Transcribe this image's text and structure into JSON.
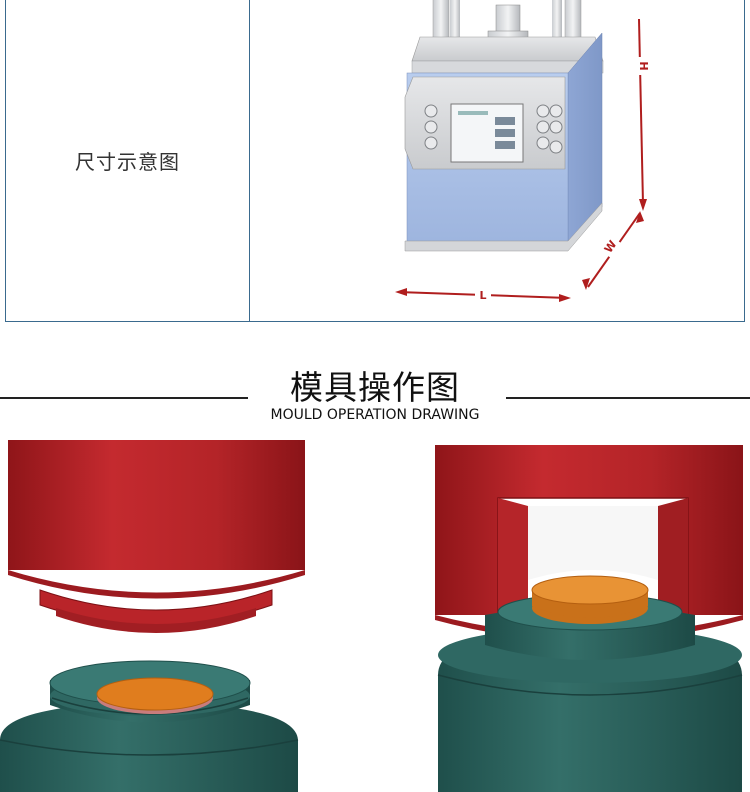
{
  "dimension_table": {
    "label": "尺寸示意图",
    "dims": {
      "height": "H",
      "width": "W",
      "length": "L"
    }
  },
  "section": {
    "title": "模具操作图",
    "subtitle": "MOULD OPERATION DRAWING"
  },
  "colors": {
    "border": "#3a6a8e",
    "machine_body": "#a9bfe3",
    "dimension_arrow": "#b01e1e",
    "mould_red": "#b8242a",
    "mould_green": "#2e6b66",
    "sample_orange": "#e07d1e"
  }
}
